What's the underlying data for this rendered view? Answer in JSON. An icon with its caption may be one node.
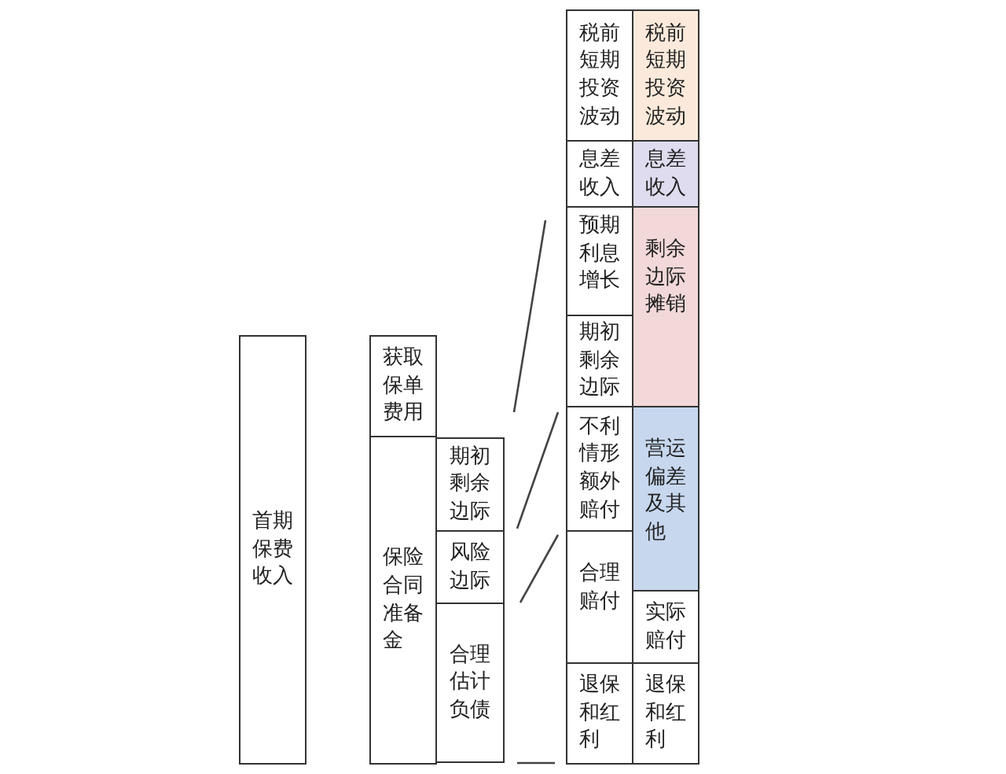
{
  "diagram": {
    "nodes": [
      {
        "text": [
          "首期保费收入"
        ]
      },
      {
        "text": [
          "获取保单费用"
        ]
      },
      {
        "text": [
          "保险合同准备金"
        ]
      },
      {
        "text": [
          "期初剩余边际"
        ]
      },
      {
        "text": [
          "风险边际"
        ]
      },
      {
        "text": [
          "合理估计负债"
        ]
      },
      {
        "text": [
          "税前短期投资波动"
        ]
      },
      {
        "text": [
          "税前短期投资波动"
        ]
      },
      {
        "text": [
          "息差收入"
        ]
      },
      {
        "text": [
          "息差收入"
        ]
      },
      {
        "text": [
          "预期利息增长"
        ]
      },
      {
        "text": [
          "剩余边际摊销"
        ]
      },
      {
        "text": [
          "期初剩余边际"
        ]
      },
      {
        "text": [
          "不利情形额外赔付"
        ]
      },
      {
        "text": [
          "营运偏差及其他"
        ]
      },
      {
        "text": [
          "合理赔付"
        ]
      },
      {
        "text": [
          "实际赔付"
        ]
      },
      {
        "text": [
          "退保和红利"
        ]
      },
      {
        "text": [
          "退保和红利"
        ]
      }
    ]
  }
}
